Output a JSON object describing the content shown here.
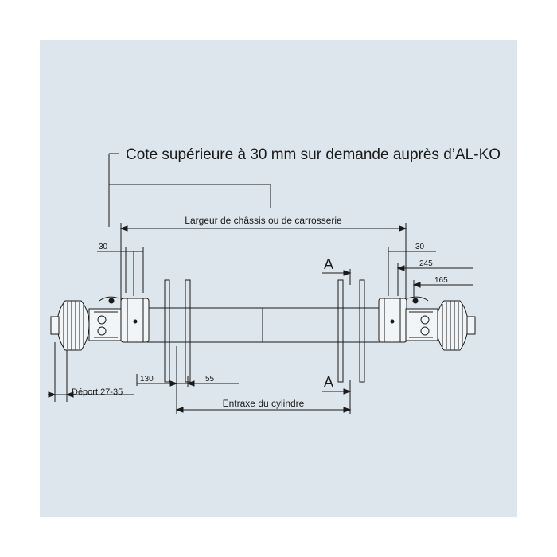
{
  "annotations": {
    "top_note": "Cote supérieure à 30 mm sur demande auprès d’AL-KO",
    "frame_width": "Largeur de châssis ou de carrosserie",
    "dim_30_left": "30",
    "dim_30_right": "30",
    "dim_245": "245",
    "dim_165": "165",
    "dim_130": "130",
    "dim_55": "55",
    "offset": "Déport 27-35",
    "cylinder_spacing": "Entraxe du cylindre",
    "section_a_top": "A",
    "section_a_bottom": "A"
  },
  "colors": {
    "background": "#dde6ec",
    "line": "#1a1a1a"
  }
}
